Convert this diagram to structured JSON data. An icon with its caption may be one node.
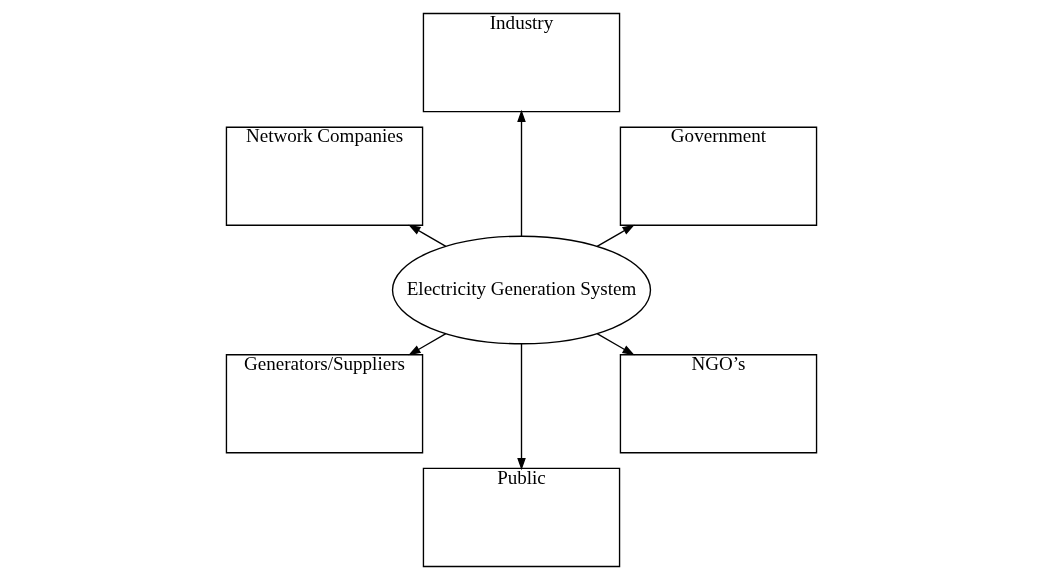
{
  "diagram": {
    "nodes": [
      {
        "text": [
          "Electricity Generation System"
        ]
      },
      {
        "text": [
          "Government"
        ]
      },
      {
        "text": [
          "Industry"
        ]
      },
      {
        "text": [
          "Network Companies"
        ]
      },
      {
        "text": [
          "Generators/Suppliers"
        ]
      },
      {
        "text": [
          "Public"
        ]
      },
      {
        "text": [
          "NGO’s"
        ]
      }
    ],
    "edges": [
      {
        "from": 0,
        "to": 1,
        "arrow": "to"
      },
      {
        "from": 0,
        "to": 2,
        "arrow": "to"
      },
      {
        "from": 0,
        "to": 3,
        "arrow": "to"
      },
      {
        "from": 0,
        "to": 4,
        "arrow": "to"
      },
      {
        "from": 0,
        "to": 5,
        "arrow": "to"
      },
      {
        "from": 0,
        "to": 6,
        "arrow": "to"
      }
    ]
  }
}
